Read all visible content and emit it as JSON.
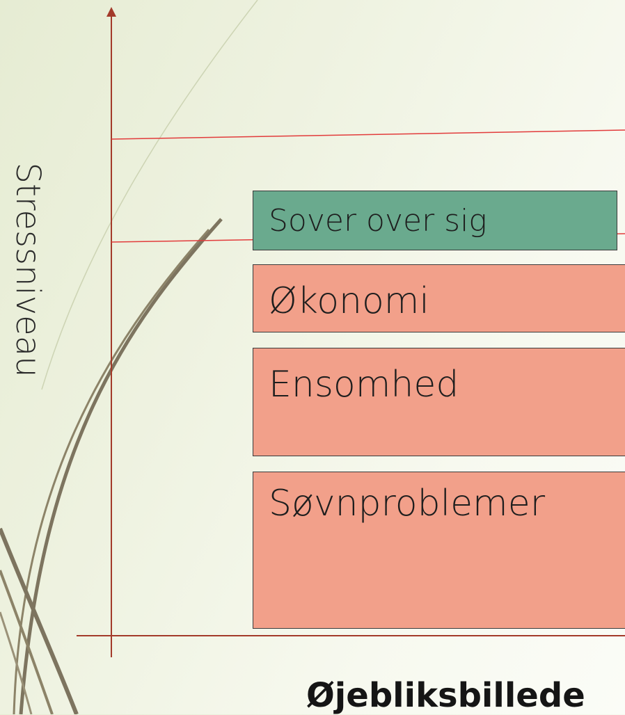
{
  "diagram": {
    "y_axis_label": "Stressniveau",
    "x_axis_label": "Øjebliksbillede",
    "boxes": [
      {
        "label": "Sover over sig",
        "color": "#6aaa8e"
      },
      {
        "label": "Økonomi",
        "color": "#f2a08a"
      },
      {
        "label": "Ensomhed",
        "color": "#f2a08a"
      },
      {
        "label": "Søvnproblemer",
        "color": "#f2a08a"
      }
    ],
    "threshold_line_color": "#e23b3b",
    "axis_color": "#a33a2a"
  }
}
